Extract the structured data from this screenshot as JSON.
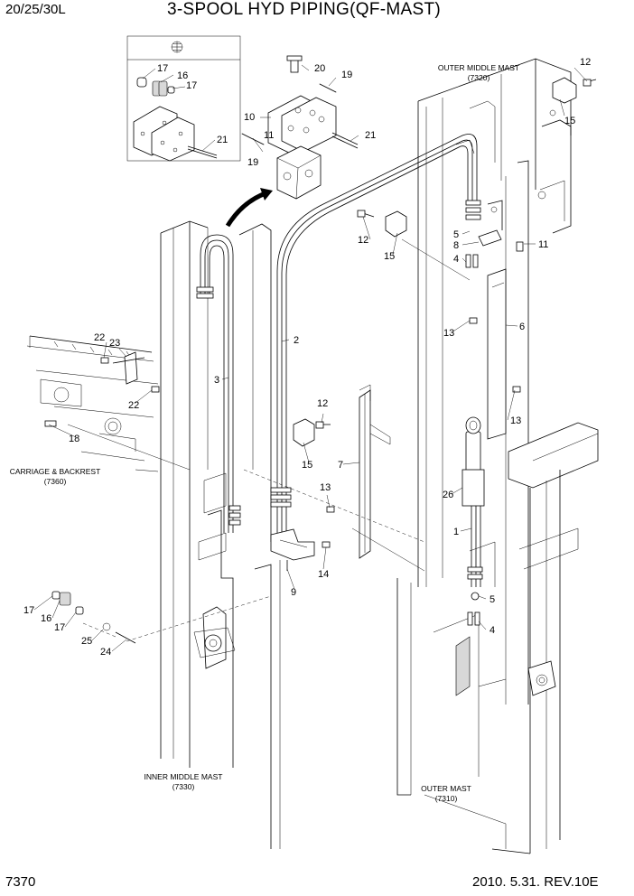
{
  "header": {
    "model": "20/25/30L",
    "title": "3-SPOOL HYD PIPING(QF-MAST)"
  },
  "footer": {
    "page_number": "7370",
    "date_revision": "2010. 5.31.  REV.10E"
  },
  "assembly_captions": [
    {
      "id": "outer-middle-mast",
      "name": "OUTER MIDDLE MAST",
      "ref": "(7320)"
    },
    {
      "id": "carriage-backrest",
      "name": "CARRIAGE & BACKREST",
      "ref": "(7360)"
    },
    {
      "id": "inner-middle-mast",
      "name": "INNER MIDDLE MAST",
      "ref": "(7330)"
    },
    {
      "id": "outer-mast",
      "name": "OUTER MAST",
      "ref": "(7310)"
    }
  ],
  "part_callouts": [
    {
      "id": "c17a",
      "text": "17"
    },
    {
      "id": "c16a",
      "text": "16"
    },
    {
      "id": "c17b",
      "text": "17"
    },
    {
      "id": "c21a",
      "text": "21"
    },
    {
      "id": "c20",
      "text": "20"
    },
    {
      "id": "c19a",
      "text": "19"
    },
    {
      "id": "c10",
      "text": "10"
    },
    {
      "id": "c11a",
      "text": "11"
    },
    {
      "id": "c19b",
      "text": "19"
    },
    {
      "id": "c21b",
      "text": "21"
    },
    {
      "id": "c12a",
      "text": "12"
    },
    {
      "id": "c15a",
      "text": "15"
    },
    {
      "id": "c5a",
      "text": "5"
    },
    {
      "id": "c8",
      "text": "8"
    },
    {
      "id": "c11b",
      "text": "11"
    },
    {
      "id": "c12b",
      "text": "12"
    },
    {
      "id": "c15b",
      "text": "15"
    },
    {
      "id": "c4a",
      "text": "4"
    },
    {
      "id": "c13a",
      "text": "13"
    },
    {
      "id": "c6",
      "text": "6"
    },
    {
      "id": "c2",
      "text": "2"
    },
    {
      "id": "c3",
      "text": "3"
    },
    {
      "id": "c22a",
      "text": "22"
    },
    {
      "id": "c23",
      "text": "23"
    },
    {
      "id": "c22b",
      "text": "22"
    },
    {
      "id": "c18",
      "text": "18"
    },
    {
      "id": "c12c",
      "text": "12"
    },
    {
      "id": "c15c",
      "text": "15"
    },
    {
      "id": "c7",
      "text": "7"
    },
    {
      "id": "c13b",
      "text": "13"
    },
    {
      "id": "c13c",
      "text": "13"
    },
    {
      "id": "c26",
      "text": "26"
    },
    {
      "id": "c1",
      "text": "1"
    },
    {
      "id": "c14",
      "text": "14"
    },
    {
      "id": "c9",
      "text": "9"
    },
    {
      "id": "c5b",
      "text": "5"
    },
    {
      "id": "c4b",
      "text": "4"
    },
    {
      "id": "c17c",
      "text": "17"
    },
    {
      "id": "c16b",
      "text": "16"
    },
    {
      "id": "c17d",
      "text": "17"
    },
    {
      "id": "c25",
      "text": "25"
    },
    {
      "id": "c24",
      "text": "24"
    }
  ]
}
